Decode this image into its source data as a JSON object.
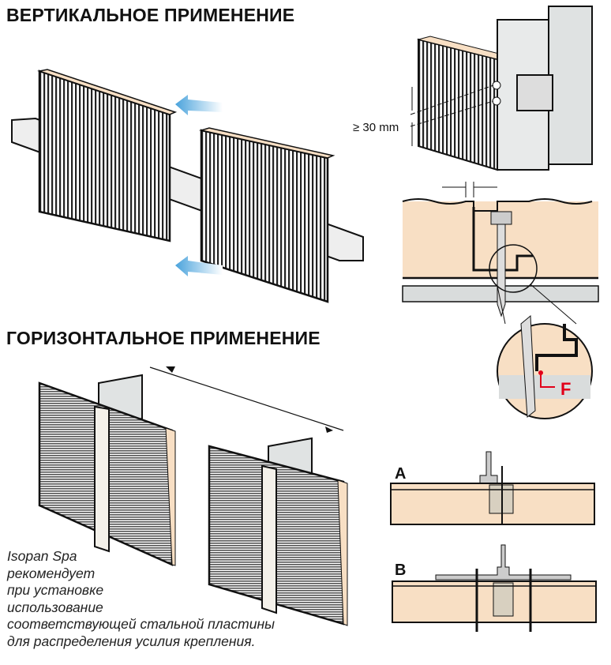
{
  "titles": {
    "vertical": "ВЕРТИКАЛЬНОЕ ПРИМЕНЕНИЕ",
    "horizontal": "ГОРИЗОНТАЛЬНОЕ ПРИМЕНЕНИЕ"
  },
  "labels": {
    "spacing": "≥ 30 mm",
    "force": "F",
    "detail_a": "A",
    "detail_b": "B"
  },
  "note": {
    "lines": [
      "Isopan Spa",
      "рекомендует",
      "при установке",
      "использование",
      "соответствующей стальной пластины",
      "для распределения усилия крепления."
    ]
  },
  "colors": {
    "foam": "#f8dfc4",
    "steel": "#d9dcdc",
    "arrow": "#5aa9dc",
    "force": "#e2001a"
  }
}
